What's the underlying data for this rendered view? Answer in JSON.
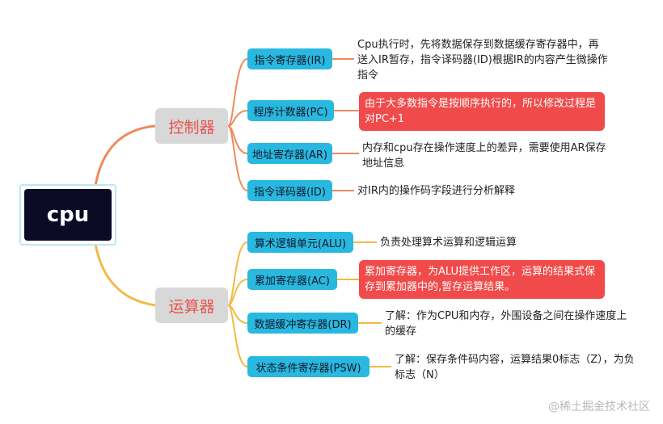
{
  "root": {
    "label": "cpu"
  },
  "branches": [
    {
      "label": "控制器",
      "color": "#ef8a5c",
      "items": [
        {
          "label": "指令寄存器(IR)",
          "note": "Cpu执行时，先将数据保存到数据缓存寄存器中，再送入IR暂存，指令译码器(ID)根据IR的内容产生微操作指令",
          "highlight": false
        },
        {
          "label": "程序计数器(PC)",
          "note": "由于大多数指令是按顺序执行的，所以修改过程是对PC+1",
          "highlight": true
        },
        {
          "label": "地址寄存器(AR)",
          "note": "内存和cpu存在操作速度上的差异，需要使用AR保存地址信息",
          "highlight": false
        },
        {
          "label": "指令译码器(ID)",
          "note": "对IR内的操作码字段进行分析解释",
          "highlight": false
        }
      ]
    },
    {
      "label": "运算器",
      "color": "#f2b944",
      "items": [
        {
          "label": "算术逻辑单元(ALU)",
          "note": "负责处理算术运算和逻辑运算",
          "highlight": false
        },
        {
          "label": "累加寄存器(AC)",
          "note": "累加寄存器，为ALU提供工作区，运算的结果式保存到累加器中的,暂存运算结果。",
          "highlight": true
        },
        {
          "label": "数据缓冲寄存器(DR)",
          "note": "了解：作为CPU和内存，外围设备之间在操作速度上的缓存",
          "highlight": false
        },
        {
          "label": "状态条件寄存器(PSW)",
          "note": "了解：保存条件码内容，运算结果0标志（Z），为负标志（N）",
          "highlight": false
        }
      ]
    }
  ],
  "watermark": "@稀土掘金技术社区"
}
